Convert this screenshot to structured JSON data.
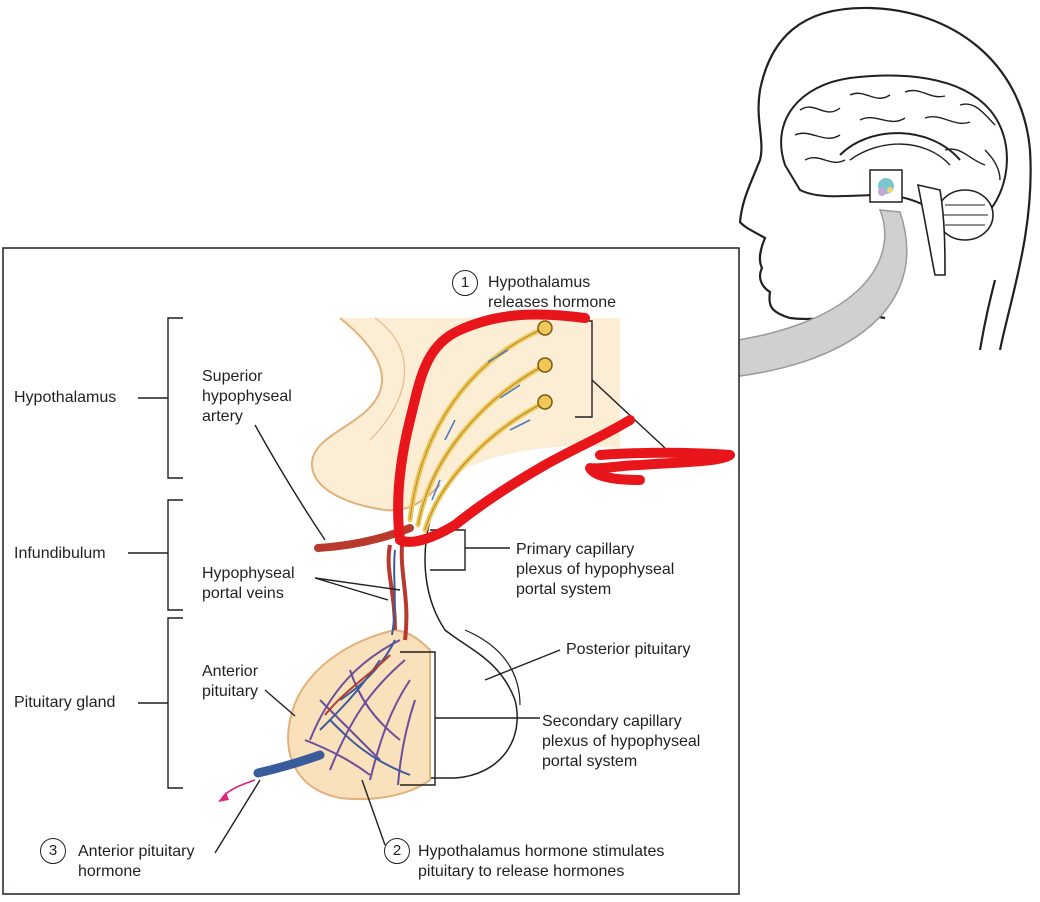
{
  "labels": {
    "step1_title": "Hypothalamus\nreleases hormone",
    "step1_number": "1",
    "hypothalamus": "Hypothalamus",
    "infundibulum": "Infundibulum",
    "pituitary_gland": "Pituitary gland",
    "superior_artery": "Superior\nhypophyseal\nartery",
    "portal_veins": "Hypophyseal\nportal veins",
    "anterior_pituitary": "Anterior\npituitary",
    "primary_plexus": "Primary capillary\nplexus of hypophyseal\nportal system",
    "posterior_pituitary": "Posterior pituitary",
    "secondary_plexus": "Secondary capillary\nplexus of hypophyseal\nportal system",
    "step2_number": "2",
    "step2_text": "Hypothalamus hormone stimulates\npituitary to release hormones",
    "step3_number": "3",
    "step3_text": "Anterior pituitary\nhormone"
  },
  "colors": {
    "hypothalamus_fill": "#f6dcb4",
    "hypothalamus_outline": "#e2b07a",
    "pituitary_fill": "#f8e1bb",
    "artery": "#b73a2d",
    "vein": "#3a5b9c",
    "capillary": "#6e4d9c",
    "axon": "#f0c85a",
    "arrow_gray": "#c8c8c8",
    "annotation_red": "#e8151b",
    "hormone_pink": "#e0237b"
  }
}
